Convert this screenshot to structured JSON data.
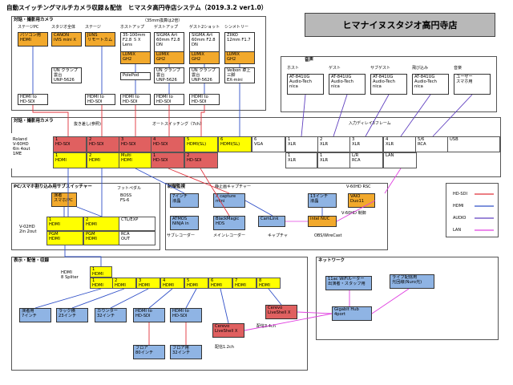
{
  "header": {
    "title": "自動スイッチングマルチカメラ収録＆配信　ヒマスタ高円寺店システム（2019.3.2 ver1.0）",
    "brand": "ヒマナイヌスタジオ高円寺店"
  },
  "cam_section": {
    "title": "対話・撮影用カメラ",
    "note35": "（35mm換算は2倍）",
    "col_labels": [
      "ステージPC",
      "スタジオ全体",
      "ステージ",
      "ホストアップ",
      "ゲストアップ",
      "ゲスト2ショット",
      "シンメトリー"
    ],
    "row1": [
      "パソコン用\nHDMI",
      "CANON\niVIS mini X",
      "JUNS\nリモートカム",
      "35-100mm\nF2.8 ＳＸ\nLens",
      "SIGMA Art\n60mm F2.8\nDN",
      "SIGMA Art\n60mm F2.8\nDN",
      "ZIIKO\n12mm F1.7"
    ],
    "lumix": "LUMIX\nGH2",
    "row3": [
      "UN クランプ\n雲台\nUNP-5626",
      "PolePod",
      "UN クランプ\n雲台\nUNP-5626",
      "UN クランプ\n雲台\nUNP-5626",
      "Velbon 卓上\n三脚\nEX-mini"
    ],
    "conv": [
      "HDMI to\nHD-SDI",
      "HDMI to\nHD-SDI",
      "HDMI to\nHD-SDI",
      "HDMI to\nHD-SDI",
      "HDMI to\nHD-SDI"
    ]
  },
  "audio_section": {
    "title": "音声",
    "labels": [
      "ホスト",
      "ゲスト",
      "サブゲスト",
      "飛び込み",
      "音楽"
    ],
    "boxes": [
      "AT-841UG\nAudio-Tech\nnica",
      "AT-841UG\nAudio-Tech\nnica",
      "AT-841UG\nAudio-Tech\nnica",
      "AT-841UG\nAudio-Tech\nnica",
      "ユーザー\nスマホ用"
    ]
  },
  "switcher_section": {
    "title": "対話・撮影用カメラ",
    "notes": [
      "抜き差し(参照)",
      "オートスイッチング（7ch）",
      "入力ディレイ3フレーム"
    ],
    "device": "Roland\nV-60HD\n6in 4out\n1ME",
    "top_row": [
      "1\nHD-SDI",
      "2\nHD-SDI",
      "3\nHD-SDI",
      "4\nHD-SDI",
      "5\nHDMI(SL)",
      "6\nHDMI(SL)",
      "6\nVGA",
      "1\nXLR",
      "2\nXLR",
      "3\nXLR",
      "4\nXLR",
      "5/6\nRCA",
      "USB"
    ],
    "bottom_row": [
      "1\nHDMI",
      "2\nHDMI",
      "Multi\nHDMI",
      "1\nHD-SDI",
      "2\nHD-SDI",
      "1\nXLR",
      "L/R\nRCA",
      "LAN"
    ],
    "bottom_row2": [
      "1\nXLR",
      "2\nXLR"
    ]
  },
  "sub_section": {
    "title": "PC/スマホ割り込み用サブスイッチャー",
    "footpedal": "フットペダル",
    "guest_phone": "演者\nスマホ/PC",
    "boss": "BOSS\nFS-6",
    "device": "V-02HD\n2in 2out",
    "cells": [
      "1\nHDMI",
      "2\nHDMI",
      "CTL/EXP",
      "PGM\nHDMI",
      "PGM\nHDMI",
      "RCA\nOUT"
    ]
  },
  "monitor_section": {
    "title": "制御監視",
    "rec_title": "静止画キャプチャー",
    "monitor7": "7インチ\n液晶",
    "xcapture": "X capture\nmini",
    "atmos": "ATMOS\nNINJA in",
    "blackmagic": "BlackMagic\nHDS",
    "camlink": "CamLink",
    "monitor13": "13インチ\n液晶",
    "nuc": "intel NUC",
    "vaio": "VAIO\nDuo11",
    "rsc": "V-60HD RSC",
    "ctl": "V-60HD 制御",
    "labels": [
      "サブレコーダー",
      "メインレコーダー",
      "キャプチャ",
      "OBS/WireCast"
    ]
  },
  "legend": {
    "items": [
      "HD-SDI",
      "HDMI",
      "AUDIO",
      "LAN"
    ],
    "colors": [
      "#e0303a",
      "#3050c8",
      "#6040c0",
      "#e040e0"
    ]
  },
  "display_section": {
    "title": "表示・配信・収録",
    "splitter": "HDMI\n8 Spliter",
    "in_cell": "1\nHDMI",
    "outs": [
      "1\nHDMI",
      "2\nHDMI",
      "3\nHDMI",
      "4\nHDMI",
      "5\nHDMI",
      "6\nHDMI",
      "7\nHDMI",
      "8\nHDMI"
    ],
    "targets": [
      "演者用\n7インチ",
      "ラック横\n23インチ",
      "カウンター\n32インチ",
      "HDMI to\nHD-SDI",
      "HDMI to\nHD-SDI"
    ],
    "floors": [
      "フロア\n80インチ",
      "フロア用\n32インチ"
    ],
    "cerevo1": "Cerevo\nLiveShell X",
    "cerevo2": "Cerevo\nLiveShell X",
    "dist1": "配信1.2ch",
    "dist2": "配信3.4ch"
  },
  "network_section": {
    "title": "ネットワーク",
    "router": "11ac WiFiルーター\n出演者・スタッフ用",
    "live": "ライブ配信用\n光回線(Nuro光)",
    "hub": "Gigabit Hub\n4port"
  }
}
